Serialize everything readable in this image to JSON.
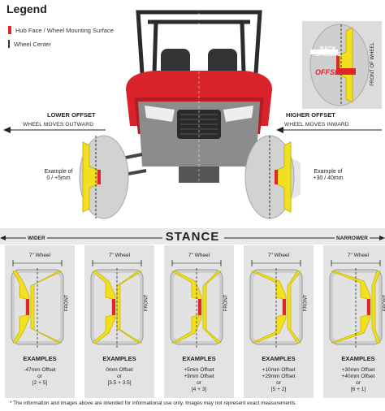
{
  "legend": {
    "title": "Legend",
    "hub_face_label": "Hub Face / Wheel Mounting Surface",
    "wheel_center_label": "Wheel Center",
    "hub_color": "#e0262b"
  },
  "inset": {
    "back_spacing": "BACK SPACING",
    "offset": "OFFSET",
    "front_of_wheel": "FRONT OF WHEEL"
  },
  "lower_offset": {
    "heading": "LOWER OFFSET",
    "direction": "WHEEL MOVES OUTWARD",
    "example_line1": "Example of",
    "example_line2": "0 / +5mm"
  },
  "higher_offset": {
    "heading": "HIGHER OFFSET",
    "direction": "WHEEL MOVES INWARD",
    "example_line1": "Example of",
    "example_line2": "+30 / 40mm"
  },
  "stance": {
    "title": "STANCE",
    "wider": "WIDER",
    "narrower": "NARROWER"
  },
  "wheels": [
    {
      "width_label": "7\" Wheel",
      "front": "FRONT",
      "examples": "EXAMPLES",
      "line1": "-47mm Offset",
      "line2": "or",
      "line3": "[2 + 5]"
    },
    {
      "width_label": "7\" Wheel",
      "front": "FRONT",
      "examples": "EXAMPLES",
      "line1": "0mm Offset",
      "line2": "or",
      "line3": "[3.5 + 3.5]"
    },
    {
      "width_label": "7\" Wheel",
      "front": "FRONT",
      "examples": "EXAMPLES",
      "line1": "+5mm Offset",
      "line2": "+9mm Offset",
      "line3": "or",
      "line4": "[4 + 3]"
    },
    {
      "width_label": "7\" Wheel",
      "front": "FRONT",
      "examples": "EXAMPLES",
      "line1": "+10mm Offset",
      "line2": "+29mm Offset",
      "line3": "or",
      "line4": "[5 + 2]"
    },
    {
      "width_label": "7\" Wheel",
      "front": "FRONT",
      "examples": "EXAMPLES",
      "line1": "+30mm Offset",
      "line2": "+40mm Offset",
      "line3": "or",
      "line4": "[6 + 1]"
    }
  ],
  "footer": "* The information and images above are intended for informational use only. Images may not represent exact measurements.",
  "colors": {
    "wheel_yellow": "#f2e020",
    "rim_gray": "#c9c9c9",
    "vehicle_red": "#d8232a",
    "vehicle_dark": "#2b2b2b"
  }
}
